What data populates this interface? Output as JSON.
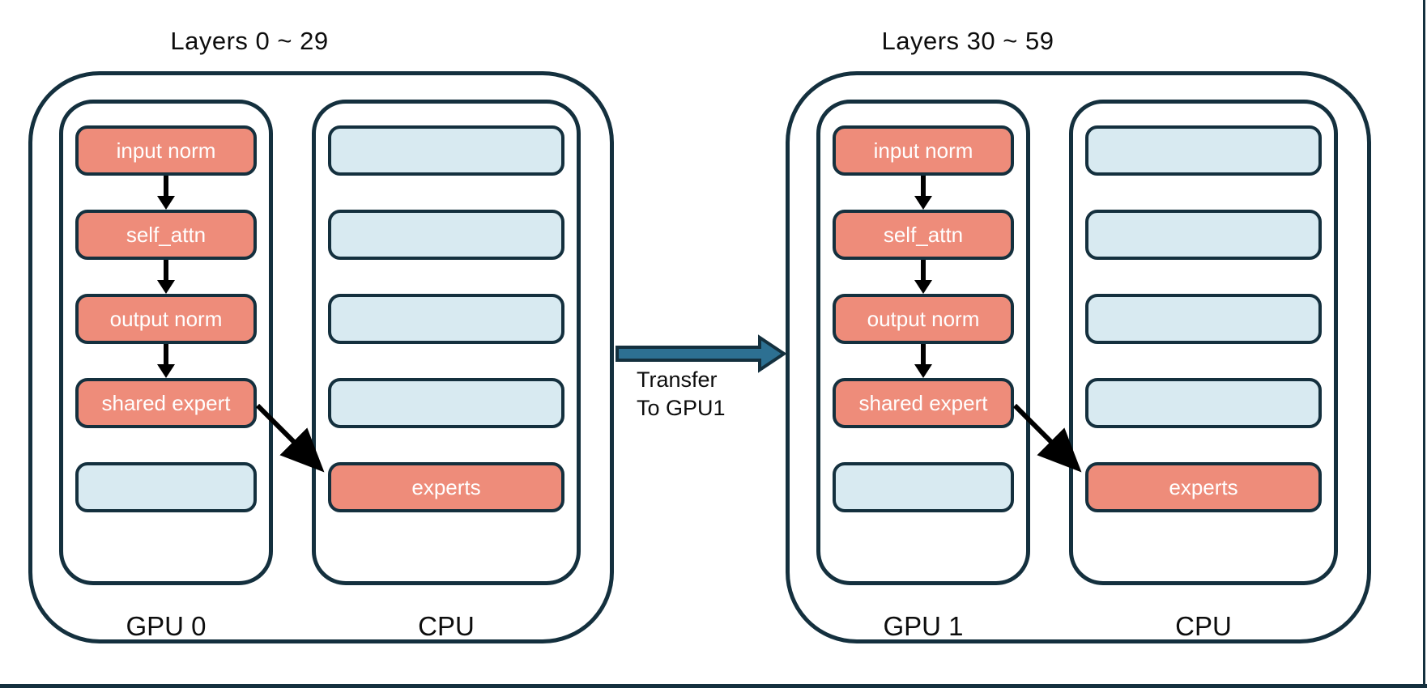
{
  "colors": {
    "outline": "#14303e",
    "salmon_fill": "#ee8c7a",
    "blue_fill": "#d8eaf1",
    "transfer_arrow_fill": "#2d7092",
    "box_text": "#ffffff",
    "label_text": "#0d0d0d"
  },
  "groups": [
    {
      "title": "Layers 0 ~ 29",
      "gpu_label": "GPU 0",
      "cpu_label": "CPU",
      "gpu_boxes": [
        {
          "label": "input norm",
          "type": "salmon"
        },
        {
          "label": "self_attn",
          "type": "salmon"
        },
        {
          "label": "output norm",
          "type": "salmon"
        },
        {
          "label": "shared expert",
          "type": "salmon"
        },
        {
          "label": "",
          "type": "blue"
        }
      ],
      "cpu_boxes": [
        {
          "label": "",
          "type": "blue"
        },
        {
          "label": "",
          "type": "blue"
        },
        {
          "label": "",
          "type": "blue"
        },
        {
          "label": "",
          "type": "blue"
        },
        {
          "label": "experts",
          "type": "salmon"
        }
      ]
    },
    {
      "title": "Layers 30 ~ 59",
      "gpu_label": "GPU 1",
      "cpu_label": "CPU",
      "gpu_boxes": [
        {
          "label": "input norm",
          "type": "salmon"
        },
        {
          "label": "self_attn",
          "type": "salmon"
        },
        {
          "label": "output norm",
          "type": "salmon"
        },
        {
          "label": "shared expert",
          "type": "salmon"
        },
        {
          "label": "",
          "type": "blue"
        }
      ],
      "cpu_boxes": [
        {
          "label": "",
          "type": "blue"
        },
        {
          "label": "",
          "type": "blue"
        },
        {
          "label": "",
          "type": "blue"
        },
        {
          "label": "",
          "type": "blue"
        },
        {
          "label": "experts",
          "type": "salmon"
        }
      ]
    }
  ],
  "connector": {
    "label_line1": "Transfer",
    "label_line2": "To GPU1"
  }
}
